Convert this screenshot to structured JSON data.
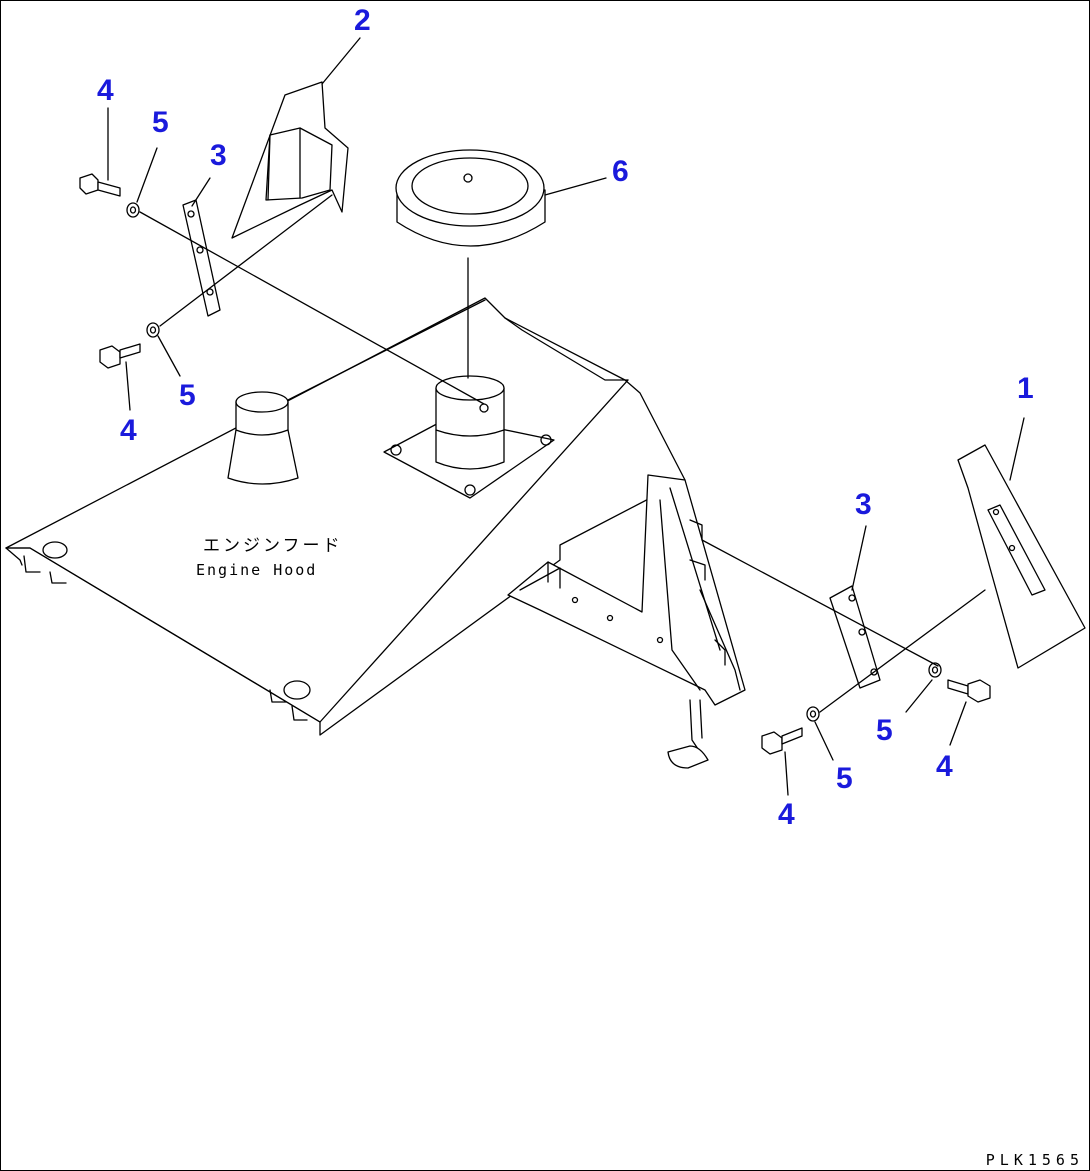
{
  "labels": {
    "hood_jp": "エンジンフード",
    "hood_en": "Engine Hood",
    "drawing_code": "PLK1565"
  },
  "callouts": [
    {
      "id": "callout-1",
      "text": "1"
    },
    {
      "id": "callout-2",
      "text": "2"
    },
    {
      "id": "callout-3-left",
      "text": "3"
    },
    {
      "id": "callout-3-right",
      "text": "3"
    },
    {
      "id": "callout-4-top-left",
      "text": "4"
    },
    {
      "id": "callout-4-bottom-left",
      "text": "4"
    },
    {
      "id": "callout-4-bottom-center",
      "text": "4"
    },
    {
      "id": "callout-4-right",
      "text": "4"
    },
    {
      "id": "callout-5-top-left",
      "text": "5"
    },
    {
      "id": "callout-5-bottom-left",
      "text": "5"
    },
    {
      "id": "callout-5-bottom-center",
      "text": "5"
    },
    {
      "id": "callout-5-right",
      "text": "5"
    },
    {
      "id": "callout-6",
      "text": "6"
    }
  ],
  "colors": {
    "callout": "#1a1adc",
    "line": "#000000",
    "background": "#ffffff"
  }
}
